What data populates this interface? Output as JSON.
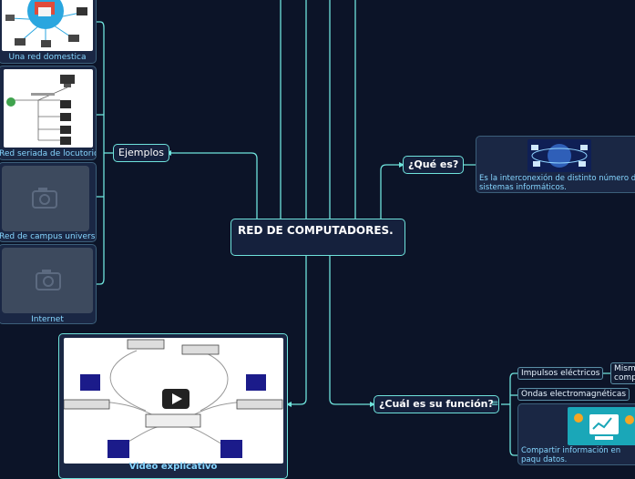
{
  "central": {
    "title": "RED DE COMPUTADORES."
  },
  "examples": {
    "label": "Ejemplos",
    "items": [
      {
        "caption": "Una red domestica"
      },
      {
        "caption": "Red seriada de locutorio"
      },
      {
        "caption": "Red de campus universitario"
      },
      {
        "caption": "Internet"
      }
    ]
  },
  "video": {
    "caption": "Video explicativo",
    "play_icon": "play-button-icon"
  },
  "que_es": {
    "label": "¿Qué es?",
    "description": "Es la interconexión de distinto número de sistemas informáticos."
  },
  "funcion": {
    "label": "¿Cuál es su función?",
    "items": [
      {
        "label": "Impulsos eléctricos"
      },
      {
        "label": "Ondas electromagnéticas"
      }
    ],
    "partial_label": "Mism comp",
    "share_text": "Compartir información en paqu datos."
  },
  "colors": {
    "background": "#0c1428",
    "accent": "#6fe3dc",
    "caption": "#86d6ff"
  }
}
